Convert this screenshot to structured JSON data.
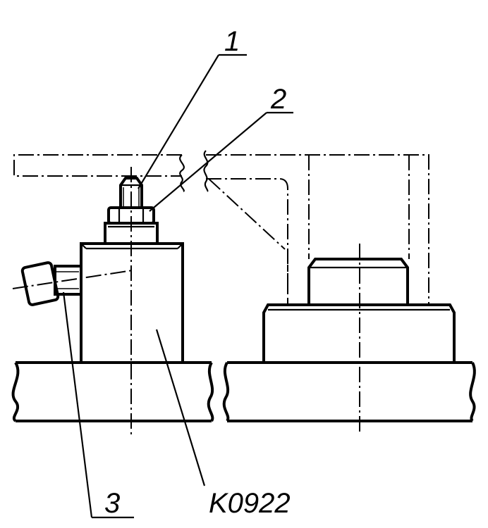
{
  "callouts": {
    "c1": "1",
    "c2": "2",
    "c3": "3",
    "part": "K0922"
  }
}
